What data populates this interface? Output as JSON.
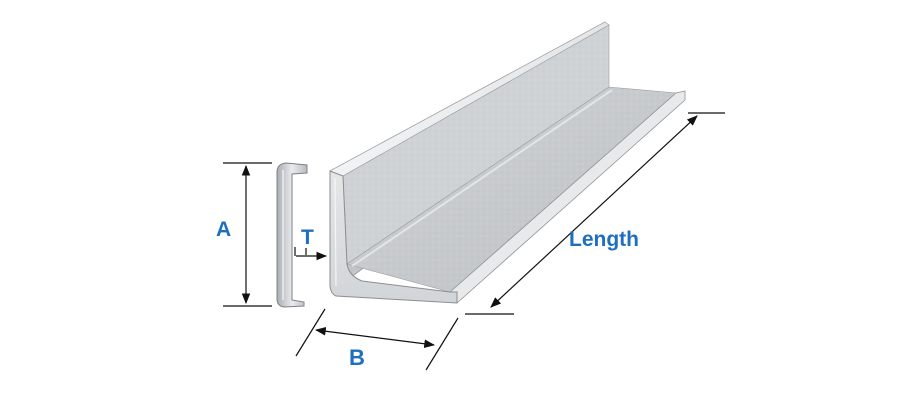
{
  "diagram": {
    "labels": {
      "height": "A",
      "thickness": "T",
      "width": "B",
      "length": "Length"
    },
    "colors": {
      "label": "#1f6fc0",
      "steel_light": "#e6e8ea",
      "steel_mid": "#c5c8cb",
      "steel_dark": "#9a9ea2",
      "dimension_line": "#111111"
    }
  }
}
